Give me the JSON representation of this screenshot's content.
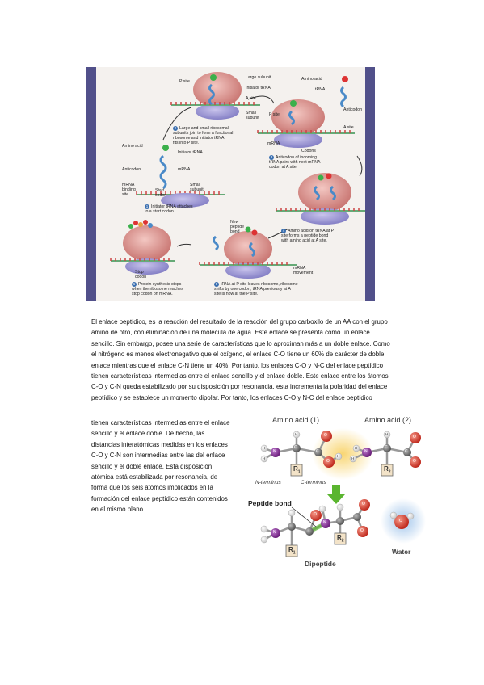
{
  "figure1": {
    "labels": {
      "p_site": "P site",
      "large_subunit": "Large subunit",
      "initiator_trna": "Initiator tRNA",
      "a_site": "A site",
      "small_subunit": "Small\nsubunit",
      "amino_acid_left": "Amino acid",
      "initiator_trna2": "Initiator tRNA",
      "anticodon_left": "Anticodon",
      "mrna_left": "mRNA",
      "mrna_binding_site": "mRNA\nbinding\nsite",
      "start_codon": "Start\ncodon",
      "small_subunit2": "Small\nsubunit",
      "amino_acid_right": "Amino acid",
      "trna_right": "tRNA",
      "anticodon_right": "Anticodon",
      "p_site_right": "P site",
      "a_site_right": "A site",
      "mrna_right": "mRNA",
      "codons": "Codons",
      "new_peptide_bond": "New\npeptide\nbond",
      "mrna_movement": "mRNA\nmovement",
      "stop_codon": "Stop\ncodon"
    },
    "steps": {
      "s1_num": "1",
      "s1": "Initiator tRNA attaches\nto a start codon.",
      "s2_num": "2",
      "s2": "Large and small ribosomal\nsubunits join to form a functional\nribosome and initiator tRNA\nfits into P site.",
      "s3_num": "3",
      "s3": "Anticodon of incoming\ntRNA pairs with next mRNA\ncodon at A site.",
      "s4_num": "4",
      "s4": "Amino acid on tRNA at P\nsite forms a peptide bond\nwith amino acid at A site.",
      "s5_num": "5",
      "s5": "tRNA at P site leaves ribosome, ribosome\nshifts by one codon; tRNA previously at A\nsite is now at the P site.",
      "s6_num": "6",
      "s6": "Protein synthesis stops\nwhen the ribosome reaches\nstop codon on mRNA."
    }
  },
  "text": {
    "paragraph_full": "El enlace peptídico, es la reacción del resultado de la reacción del grupo carboxilo de un AA con el grupo amino de otro, con eliminación de una molécula de agua. Este enlace se presenta como un enlace sencillo. Sin embargo, posee una serie de características que lo aproximan más a un doble enlace. Como el nitrógeno es menos electronegativo que el oxígeno, el enlace C-O tiene un 60% de carácter de doble enlace mientras que el enlace C-N tiene un 40%. Por tanto, los enlaces C-O y N-C del enlace peptídico tienen características intermedias entre el enlace sencillo y el enlace doble. Este enlace entre los átomos C-O y C-N queda estabilizado por su disposición por resonancia, esta incrementa la polaridad del enlace peptídico y se establece un momento dipolar. Por tanto, los enlaces C-O y N-C del enlace peptídico",
    "paragraph_side": "tienen características intermedias entre el enlace sencillo y el enlace doble. De hecho, las distancias interatómicas medidas en los enlaces C-O y C-N son intermedias entre las del enlace sencillo y el doble enlace. Esta disposición atómica está estabilizada por resonancia, de forma que los seis átomos implicados en la formación del enlace peptídico están contenidos en el mismo plano."
  },
  "figure2": {
    "amino_acid_1": "Amino acid (1)",
    "amino_acid_2": "Amino acid (2)",
    "n_terminus": "N-terminus",
    "c_terminus": "C-terminus",
    "peptide_bond": "Peptide bond",
    "water": "Water",
    "dipeptide": "Dipeptide",
    "r1": "R",
    "r2": "R",
    "r1_sub": "1",
    "r2_sub": "2",
    "atom_h": "H",
    "atom_n": "N",
    "atom_o": "O",
    "atom_c": "C",
    "colors": {
      "nitrogen": "#7a2a8a",
      "oxygen": "#d23a2a",
      "carbon": "#666666",
      "hydrogen": "#ffffff",
      "glow": "#f6c24a",
      "arrow": "#5ab52f",
      "water_glow": "#9cc2ea"
    }
  }
}
